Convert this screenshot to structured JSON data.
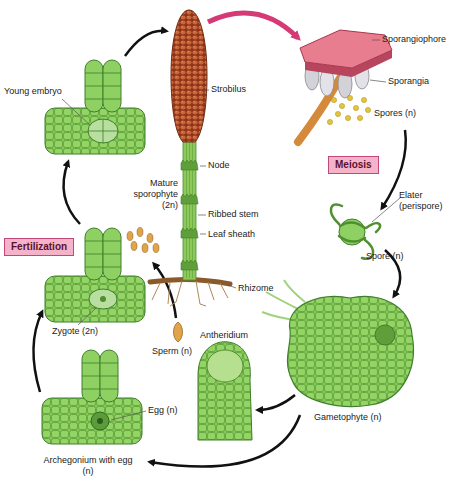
{
  "diagram": {
    "nodes": [
      {
        "text": [
          "Meiosis"
        ]
      },
      {
        "text": [
          "Fertilization"
        ]
      }
    ],
    "labels": [
      "Strobilus",
      "Sporangiophore",
      "Sporangia",
      "Spores (n)",
      "Elater (perispore)",
      "Spore (n)",
      "Gametophyte (n)",
      "Antheridium",
      "Sperm (n)",
      "Archegonium with egg (n)",
      "Egg (n)",
      "Zygote (2n)",
      "Young embryo",
      "Mature sporophyte (2n)",
      "Node",
      "Ribbed stem",
      "Leaf sheath",
      "Rhizome"
    ]
  }
}
